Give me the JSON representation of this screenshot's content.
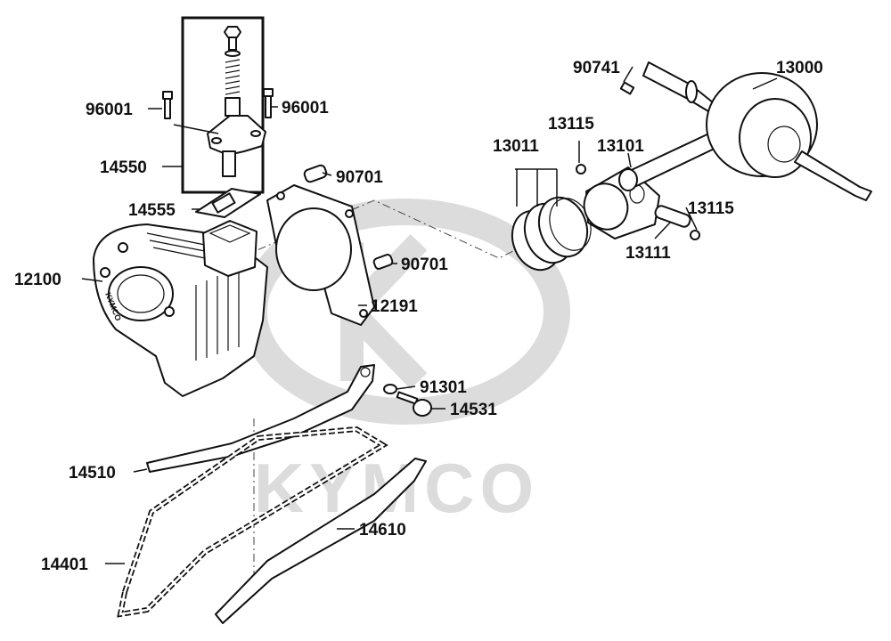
{
  "watermark": {
    "text": "KYMCO"
  },
  "cylinder_emboss": "KYMCO",
  "labels": [
    {
      "id": "p90741",
      "text": "90741"
    },
    {
      "id": "p13000",
      "text": "13000"
    },
    {
      "id": "p96001a",
      "text": "96001"
    },
    {
      "id": "p96001b",
      "text": "96001"
    },
    {
      "id": "p13115a",
      "text": "13115"
    },
    {
      "id": "p13011",
      "text": "13011"
    },
    {
      "id": "p13101",
      "text": "13101"
    },
    {
      "id": "p14550",
      "text": "14550"
    },
    {
      "id": "p90701a",
      "text": "90701"
    },
    {
      "id": "p14555",
      "text": "14555"
    },
    {
      "id": "p13115b",
      "text": "13115"
    },
    {
      "id": "p13111",
      "text": "13111"
    },
    {
      "id": "p90701b",
      "text": "90701"
    },
    {
      "id": "p12100",
      "text": "12100"
    },
    {
      "id": "p12191",
      "text": "12191"
    },
    {
      "id": "p91301",
      "text": "91301"
    },
    {
      "id": "p14531",
      "text": "14531"
    },
    {
      "id": "p14510",
      "text": "14510"
    },
    {
      "id": "p14610",
      "text": "14610"
    },
    {
      "id": "p14401",
      "text": "14401"
    }
  ],
  "colors": {
    "line": "#111111",
    "watermark": "#dcdcdc"
  }
}
